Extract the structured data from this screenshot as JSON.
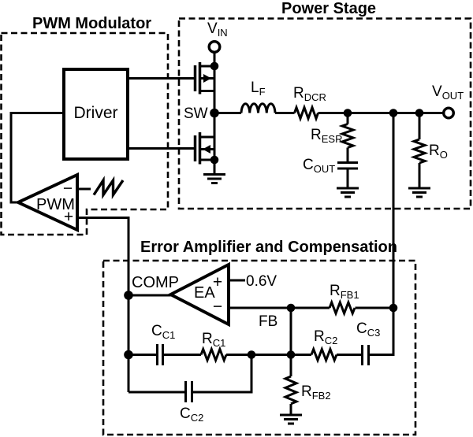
{
  "titles": {
    "pwm_modulator": "PWM Modulator",
    "power_stage": "Power Stage",
    "error_amp": "Error Amplifier and Compensation"
  },
  "blocks": {
    "driver": "Driver",
    "pwm": "PWM",
    "ea": "EA"
  },
  "nets": {
    "vin": {
      "main": "V",
      "sub": "IN"
    },
    "sw": "SW",
    "vout": {
      "main": "V",
      "sub": "OUT"
    },
    "comp": "COMP",
    "fb": "FB",
    "vref": "0.6V"
  },
  "components": {
    "lf": {
      "main": "L",
      "sub": "F"
    },
    "rdcr": {
      "main": "R",
      "sub": "DCR"
    },
    "resr": {
      "main": "R",
      "sub": "ESR"
    },
    "cout": {
      "main": "C",
      "sub": "OUT"
    },
    "ro": {
      "main": "R",
      "sub": "O"
    },
    "rfb1": {
      "main": "R",
      "sub": "FB1"
    },
    "rfb2": {
      "main": "R",
      "sub": "FB2"
    },
    "rc1": {
      "main": "R",
      "sub": "C1"
    },
    "rc2": {
      "main": "R",
      "sub": "C2"
    },
    "cc1": {
      "main": "C",
      "sub": "C1"
    },
    "cc2": {
      "main": "C",
      "sub": "C2"
    },
    "cc3": {
      "main": "C",
      "sub": "C3"
    }
  },
  "symbols": {
    "plus": "+",
    "minus": "−"
  },
  "colors": {
    "ink": "#000000",
    "paper": "#ffffff"
  }
}
